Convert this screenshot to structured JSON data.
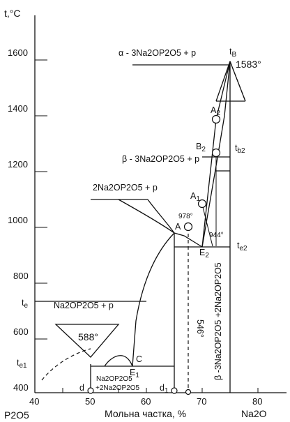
{
  "y_axis": {
    "unit_label": "t,°C",
    "ticks": [
      "1600",
      "1400",
      "1200",
      "1000",
      "800",
      "600",
      "400"
    ],
    "extra_labels": {
      "te": "t",
      "te_sub": "e",
      "te1": "t",
      "te1_sub": "e1"
    }
  },
  "x_axis": {
    "ticks": [
      "40",
      "50",
      "60",
      "70",
      "80"
    ],
    "title": "Мольна частка, %",
    "left_end": "P2O5",
    "right_end": "Na2O"
  },
  "phases": {
    "alpha": "α  - 3Na2OP2O5 + p",
    "beta": "β  - 3Na2OP2O5 + p",
    "two_na": "2Na2OP2O5 + p",
    "one_na": "Na2OP2O5 + p",
    "lower_mix_1": "Na2OP2O5",
    "lower_mix_2": "+2Na2OP2O5",
    "beta_vertical": "β -3Na2OP2O5 +2Na2OP2O5"
  },
  "temperatures": {
    "t1583": "1583°",
    "t978": "978°",
    "t944": "944°",
    "t588": "588°",
    "t546": "546°"
  },
  "points": {
    "tB": "t",
    "tB_sub": "B",
    "A2": "A",
    "A2_sub": "2",
    "B2": "B",
    "B2_sub": "2",
    "tb2": "t",
    "tb2_sub": "b2",
    "A1": "A",
    "A1_sub": "1",
    "A": "A",
    "E2": "E",
    "E2_sub": "2",
    "te2": "t",
    "te2_sub": "e2",
    "C": "C",
    "E1": "E",
    "E1_sub": "1",
    "d": "d",
    "d1": "d",
    "d1_sub": "1"
  }
}
